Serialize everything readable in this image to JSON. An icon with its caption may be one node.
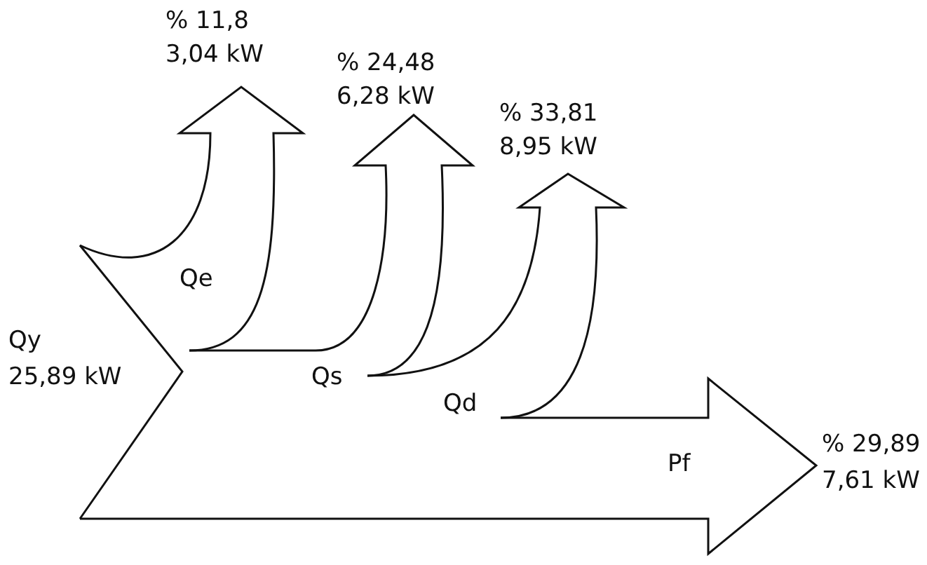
{
  "diagram": {
    "labels": [
      "% 11,8",
      "3,04 kW",
      "% 24,48",
      "6,28 kW",
      "% 33,81",
      "8,95 kW",
      "Qe",
      "Qy",
      "25,89 kW",
      "Qs",
      "Qd",
      "Pf",
      "% 29,89",
      "7,61 kW"
    ]
  }
}
